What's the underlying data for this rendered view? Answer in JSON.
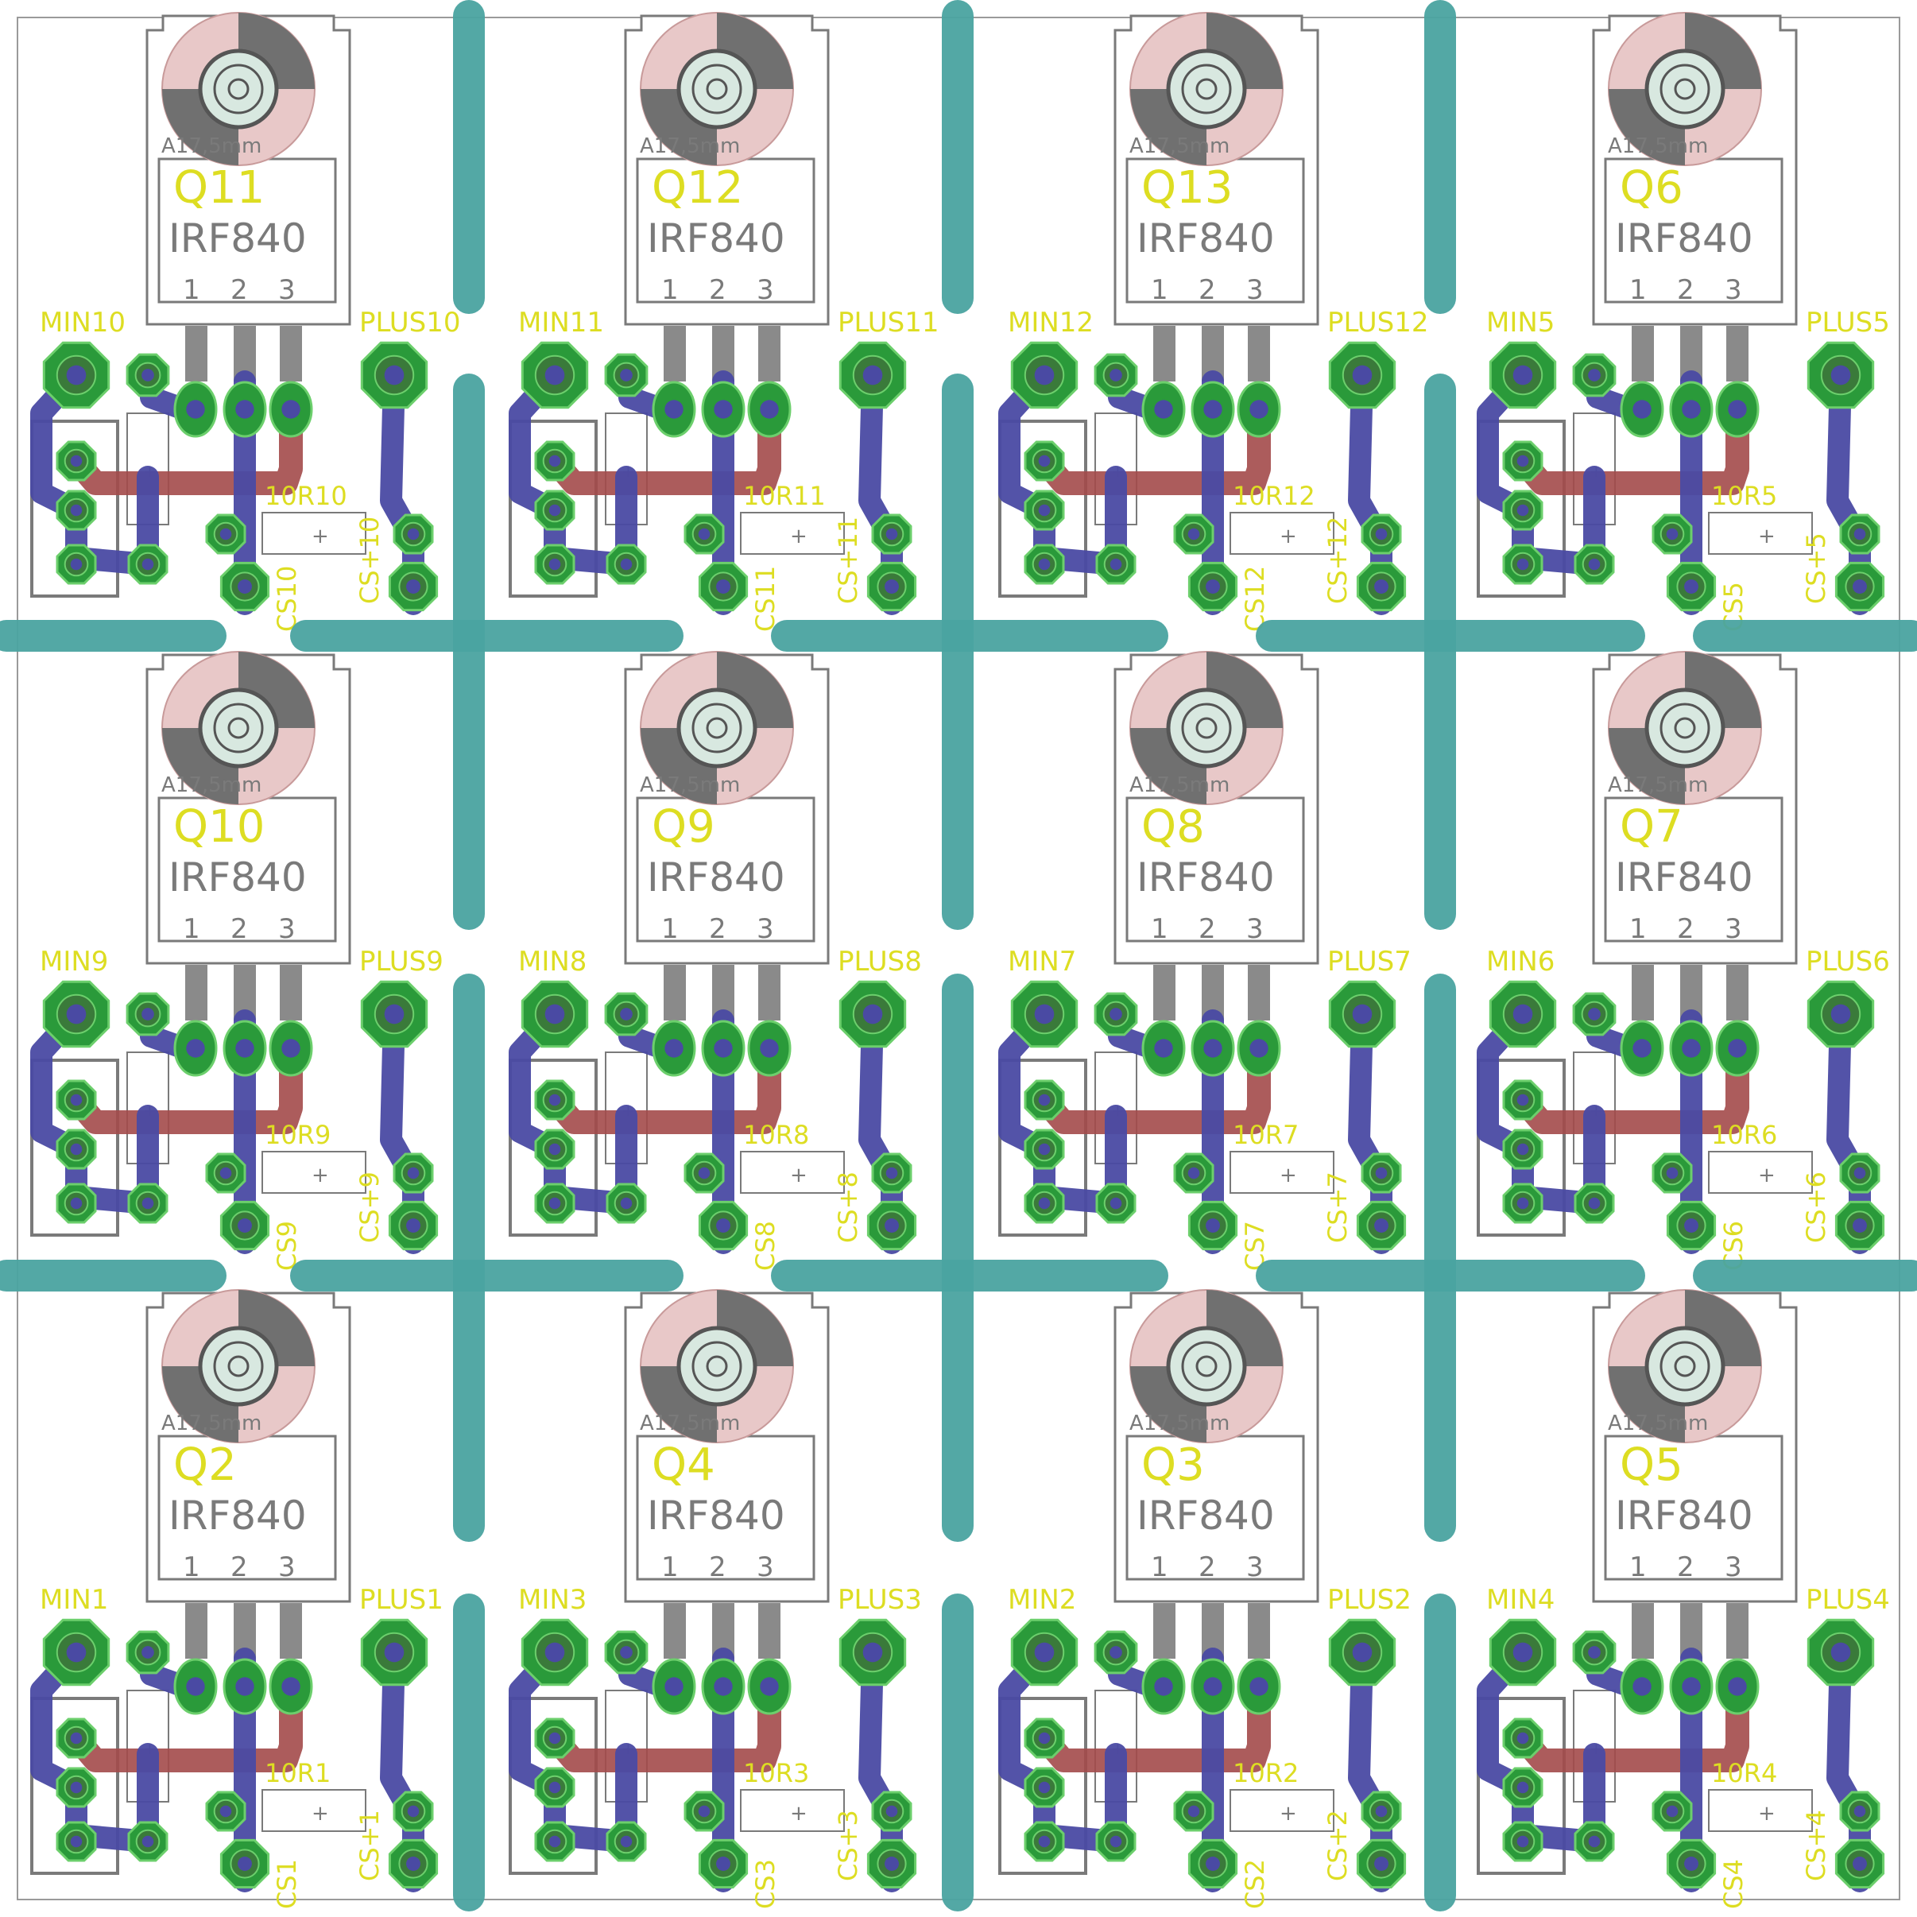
{
  "colors": {
    "background": "#ffffff",
    "board_outline": "#9a9a9a",
    "mill_channel": "#4aa3a0",
    "top_trace": "#a34a4a",
    "bottom_trace": "#4a4aa3",
    "pad_green": "#2a9a3a",
    "pad_light": "#6ccf6c",
    "silkscreen_gray": "#7a7a7a",
    "name_yellow": "#dddd22",
    "heatsink_pink": "#e8c8c8",
    "heatsink_dark": "#707070"
  },
  "modules": [
    {
      "q": "Q11",
      "min": "MIN10",
      "plus": "PLUS10",
      "r": "10R10",
      "cs": "CS10",
      "csp": "CS+10"
    },
    {
      "q": "Q12",
      "min": "MIN11",
      "plus": "PLUS11",
      "r": "10R11",
      "cs": "CS11",
      "csp": "CS+11"
    },
    {
      "q": "Q13",
      "min": "MIN12",
      "plus": "PLUS12",
      "r": "10R12",
      "cs": "CS12",
      "csp": "CS+12"
    },
    {
      "q": "Q6",
      "min": "MIN5",
      "plus": "PLUS5",
      "r": "10R5",
      "cs": "CS5",
      "csp": "CS+5"
    },
    {
      "q": "Q10",
      "min": "MIN9",
      "plus": "PLUS9",
      "r": "10R9",
      "cs": "CS9",
      "csp": "CS+9"
    },
    {
      "q": "Q9",
      "min": "MIN8",
      "plus": "PLUS8",
      "r": "10R8",
      "cs": "CS8",
      "csp": "CS+8"
    },
    {
      "q": "Q8",
      "min": "MIN7",
      "plus": "PLUS7",
      "r": "10R7",
      "cs": "CS7",
      "csp": "CS+7"
    },
    {
      "q": "Q7",
      "min": "MIN6",
      "plus": "PLUS6",
      "r": "10R6",
      "cs": "CS6",
      "csp": "CS+6"
    },
    {
      "q": "Q2",
      "min": "MIN1",
      "plus": "PLUS1",
      "r": "10R1",
      "cs": "CS1",
      "csp": "CS+1"
    },
    {
      "q": "Q4",
      "min": "MIN3",
      "plus": "PLUS3",
      "r": "10R3",
      "cs": "CS3",
      "csp": "CS+3"
    },
    {
      "q": "Q3",
      "min": "MIN2",
      "plus": "PLUS2",
      "r": "10R2",
      "cs": "CS2",
      "csp": "CS+2"
    },
    {
      "q": "Q5",
      "min": "MIN4",
      "plus": "PLUS4",
      "r": "10R4",
      "cs": "CS4",
      "csp": "CS+4"
    }
  ],
  "common": {
    "part_value": "IRF840",
    "heatsink_label": "A17,5mm",
    "pin_1": "1",
    "pin_2": "2",
    "pin_3": "3"
  }
}
